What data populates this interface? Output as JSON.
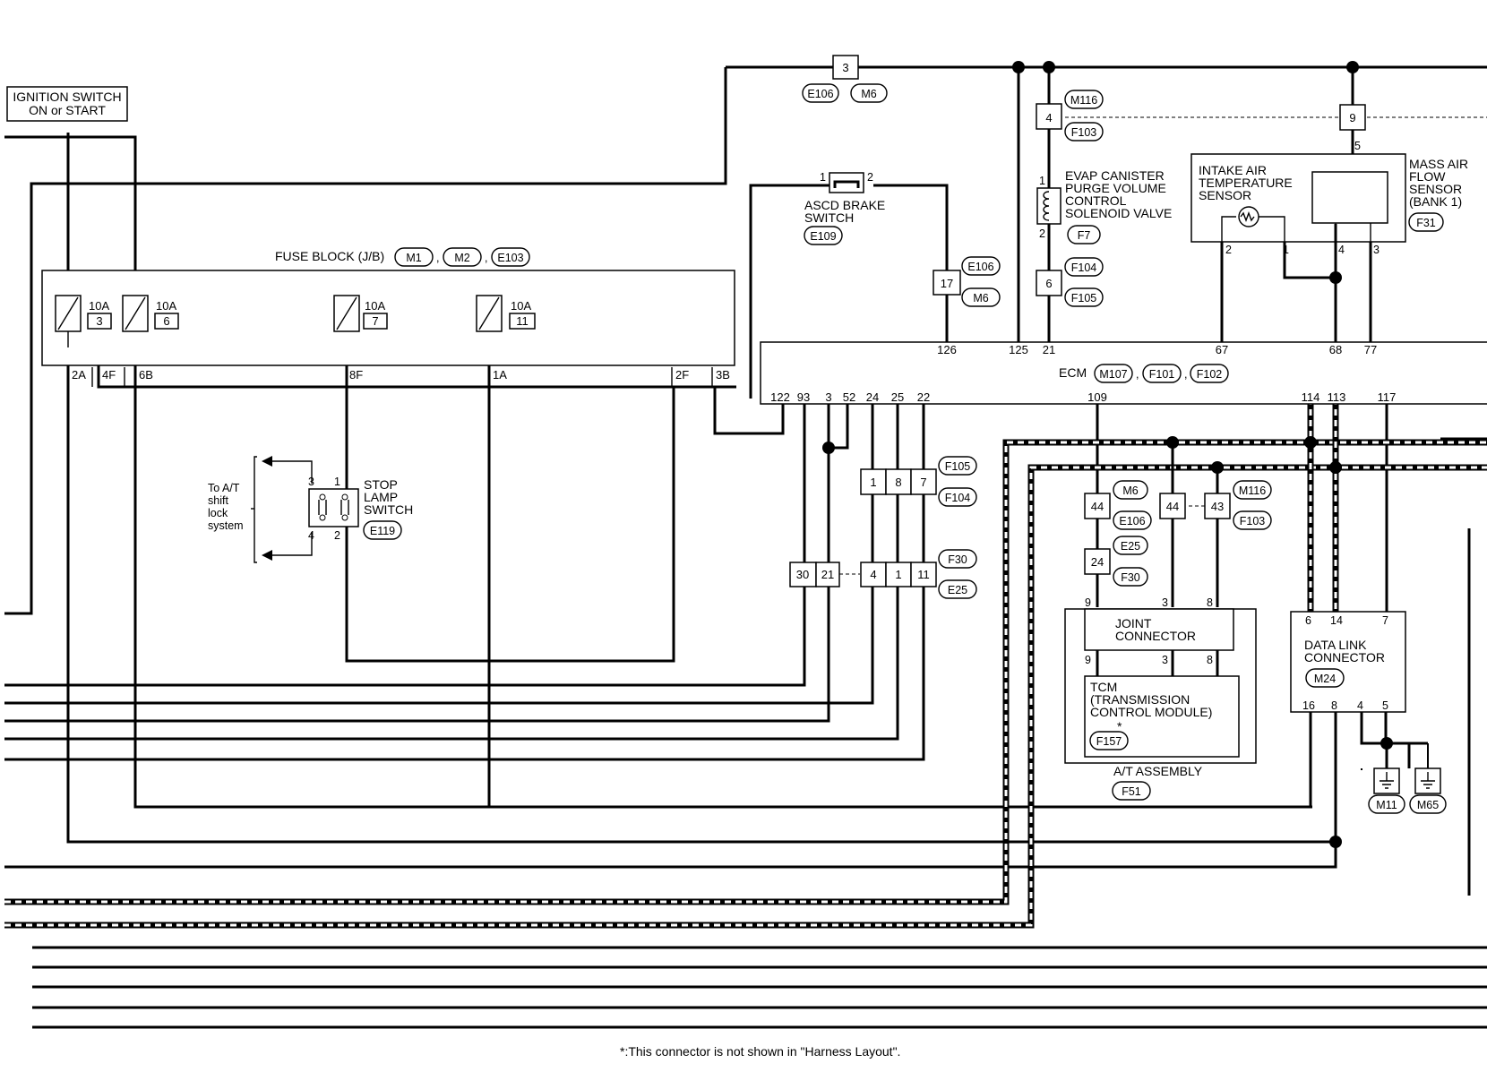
{
  "components": {
    "ignition_switch": [
      "IGNITION SWITCH",
      "ON or START"
    ],
    "fuse_block": "FUSE BLOCK (J/B)",
    "asc_brake_switch": [
      "ASCD BRAKE",
      "SWITCH"
    ],
    "evap_valve": [
      "EVAP CANISTER",
      "PURGE VOLUME",
      "CONTROL",
      "SOLENOID VALVE"
    ],
    "intake_air_sensor": [
      "INTAKE AIR",
      "TEMPERATURE",
      "SENSOR"
    ],
    "maf_sensor": [
      "MASS AIR",
      "FLOW",
      "SENSOR",
      "(BANK 1)"
    ],
    "ecm": "ECM",
    "stop_lamp_switch": [
      "STOP",
      "LAMP",
      "SWITCH"
    ],
    "shift_lock_note": [
      "To A/T",
      "shift",
      "lock",
      "system"
    ],
    "joint_connector": [
      "JOINT",
      "CONNECTOR"
    ],
    "tcm": [
      "TCM",
      "(TRANSMISSION",
      " CONTROL MODULE)"
    ],
    "at_assembly": "A/T ASSEMBLY",
    "data_link_connector": [
      "DATA LINK",
      "CONNECTOR"
    ]
  },
  "connectors": {
    "fuse_block": [
      "M1",
      "M2",
      "E103"
    ],
    "top_junction": [
      "E106",
      "M6"
    ],
    "asc_brake_switch": "E109",
    "evap_top": [
      "M116",
      "F103"
    ],
    "evap_valve": "F7",
    "evap_bottom": [
      "F104",
      "F105"
    ],
    "j17": [
      "E106",
      "M6"
    ],
    "maf_sensor": "F31",
    "ecm": [
      "M107",
      "F101",
      "F102"
    ],
    "stop_lamp_switch": "E119",
    "row1": [
      "F105",
      "F104"
    ],
    "row2": [
      "F30",
      "E25"
    ],
    "ecm_tcm_1": [
      "M6",
      "E106"
    ],
    "ecm_tcm_2": [
      "E25",
      "F30"
    ],
    "can_junction": [
      "M116",
      "F103"
    ],
    "tcm": "F157",
    "at_assembly": "F51",
    "data_link": "M24",
    "grounds": [
      "M11",
      "M65"
    ]
  },
  "fuses": [
    {
      "amp": "10A",
      "num": "3"
    },
    {
      "amp": "10A",
      "num": "6"
    },
    {
      "amp": "10A",
      "num": "7"
    },
    {
      "amp": "10A",
      "num": "11"
    }
  ],
  "fuse_terminals": [
    "2A",
    "4F",
    "6B",
    "8F",
    "1A",
    "2F",
    "3B"
  ],
  "ecm_top_pins": [
    "126",
    "125",
    "21",
    "67",
    "68",
    "77"
  ],
  "ecm_bottom_pins": [
    "122",
    "93",
    "3",
    "52",
    "24",
    "25",
    "22",
    "109",
    "114",
    "113",
    "117"
  ],
  "junction_numbers": {
    "top": "3",
    "evap_upper": "4",
    "maf_upper": "9",
    "maf_pin": "5",
    "asc_pin1": "1",
    "asc_pin2": "2",
    "j17": "17",
    "evap_pin1": "1",
    "evap_pin2": "2",
    "evap_lower": "6",
    "iat_pin2": "2",
    "iat_pin1": "1",
    "maf_pin4": "4",
    "maf_pin3": "3",
    "stop_pin3": "3",
    "stop_pin1": "1",
    "stop_pin4": "4",
    "stop_pin2": "2",
    "row1_a": "1",
    "row1_b": "8",
    "row1_c": "7",
    "row2_a": "30",
    "row2_b": "21",
    "row2_c": "4",
    "row2_d": "1",
    "row2_e": "11",
    "tcm_a": "44",
    "tcm_b": "24",
    "can_a": "44",
    "can_b": "43",
    "jc_top": [
      "9",
      "3",
      "8"
    ],
    "jc_bot": [
      "9",
      "3",
      "8"
    ],
    "dlc_top": [
      "6",
      "14",
      "7"
    ],
    "dlc_bot": [
      "16",
      "8",
      "4",
      "5"
    ]
  },
  "footnote": "*:This connector is not shown in \"Harness Layout\"."
}
